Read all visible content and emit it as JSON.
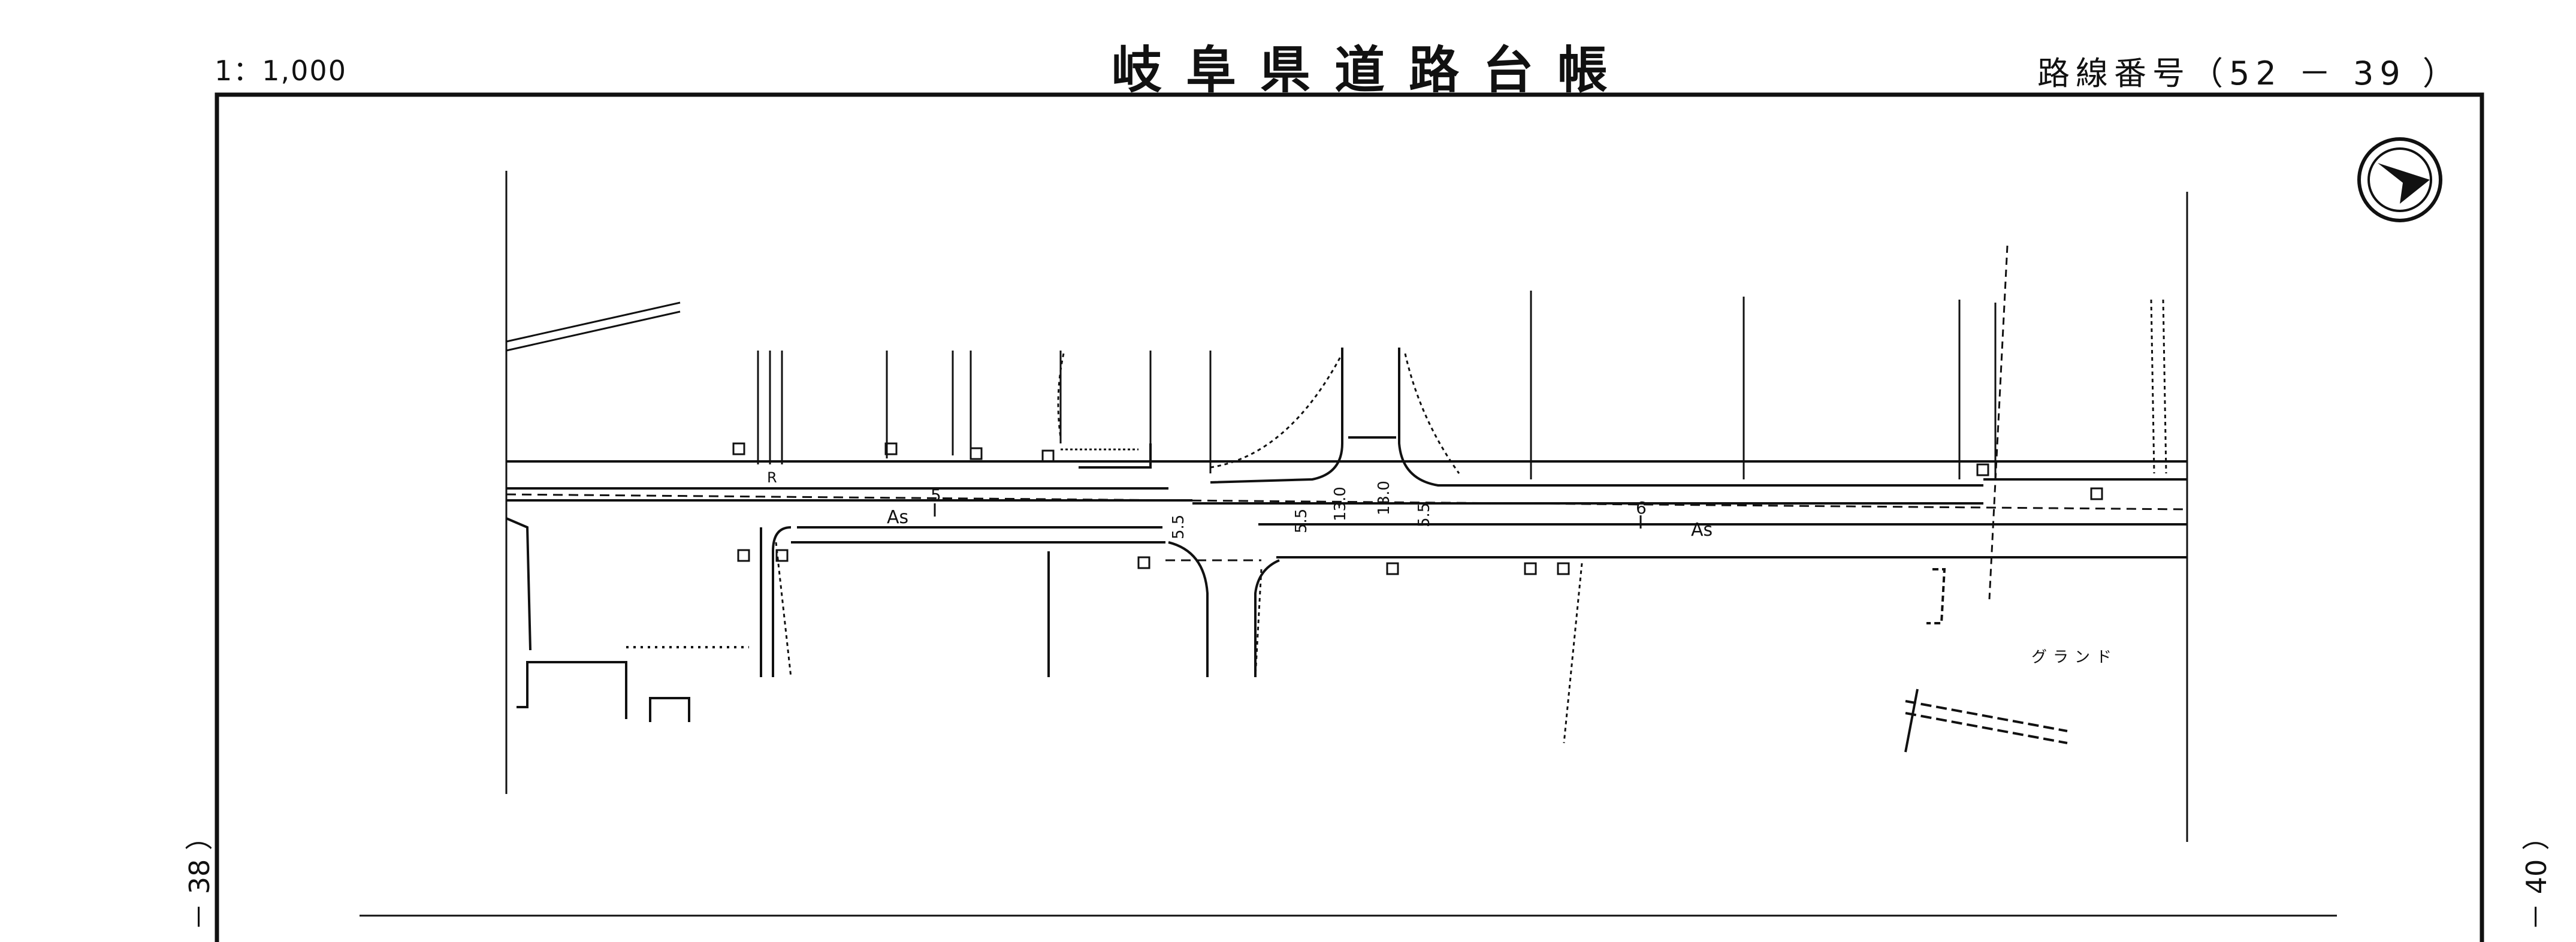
{
  "header": {
    "scale": "1：1,000",
    "title": "岐阜県道路台帳",
    "route_number": "路線番号（52 － 39 ）"
  },
  "side_labels": {
    "prev_sheet": "－ 38 ）",
    "next_sheet": "－ 40 ）"
  },
  "map": {
    "road_labels": {
      "surface_left": "As",
      "surface_right": "As",
      "station_5": "5",
      "station_6": "6"
    },
    "widths": {
      "w1": "5.5",
      "w2": "5.5",
      "w3": "13.0",
      "w4": "13.0",
      "w5": "5.5"
    },
    "place_label": "グランド",
    "marks": {
      "r_mark": "R"
    },
    "north_arrow_icon": "north-arrow-icon"
  }
}
